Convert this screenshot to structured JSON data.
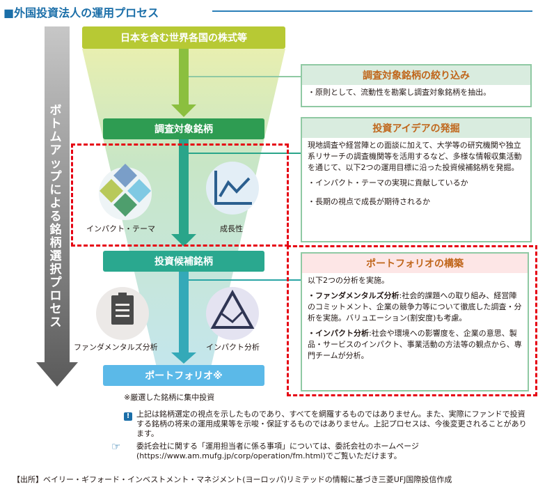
{
  "header": {
    "title": "■外国投資法人の運用プロセス"
  },
  "side_arrow": {
    "label": "ボトムアップによる銘柄選択プロセス"
  },
  "funnel": {
    "top": "日本を含む世界各国の株式等",
    "investigation": "調査対象銘柄",
    "candidates": "投資候補銘柄",
    "portfolio": "ポートフォリオ※",
    "note": "※厳選した銘柄に集中投資"
  },
  "icons": {
    "impact_theme": "インパクト・テーマ",
    "growth": "成長性",
    "fundamental": "ファンダメンタルズ分析",
    "impact_analysis": "インパクト分析"
  },
  "panels": {
    "narrowing": {
      "heading": "調査対象銘柄の絞り込み",
      "text": "・原則として、流動性を勘案し調査対象銘柄を抽出。"
    },
    "ideas": {
      "heading": "投資アイデアの発掘",
      "text": "現地調査や経営陣との面談に加えて、大学等の研究機関や独立系リサーチの調査機関等を活用するなど、多様な情報収集活動を通じて、以下2つの運用目標に沿った投資候補銘柄を発掘。",
      "bullet1": "・インパクト・テーマの実現に貢献しているか",
      "bullet2": "・長期の視点で成長が期待されるか"
    },
    "construction": {
      "heading": "ポートフォリオの構築",
      "intro": "以下2つの分析を実施。",
      "fund_label": "・ファンダメンタルズ分析",
      "fund_text": ":社会的課題への取り組み、経営陣のコミットメント、企業の競争力等について徹底した調査・分析を実施。バリュエーション(割安度)も考慮。",
      "impact_label": "・インパクト分析",
      "impact_text": ":社会や環境への影響度を、企業の意思、製品・サービスのインパクト、事業活動の方法等の観点から、専門チームが分析。"
    }
  },
  "footer": {
    "note1": "上記は銘柄選定の視点を示したものであり、すべてを網羅するものではありません。また、実際にファンドで投資する銘柄の将来の運用成果等を示唆・保証するものではありません。上記プロセスは、今後変更されることがあります。",
    "note2": "委託会社に関する「運用担当者に係る事項」については、委託会社のホームページ(https://www.am.mufg.jp/corp/operation/fm.html)でご覧いただけます。",
    "source": "【出所】ベイリー・ギフォード・インベストメント・マネジメント(ヨーロッパ)リミテッドの情報に基づき三菱UFJ国際投信作成"
  },
  "colors": {
    "accent": "#1a6ea8",
    "green_top": "#b5c832",
    "green_dark": "#2c9a55",
    "teal": "#2aa591",
    "light_blue": "#5bb8e6",
    "red_dash": "#e60012",
    "orange_heading": "#c0661b"
  }
}
